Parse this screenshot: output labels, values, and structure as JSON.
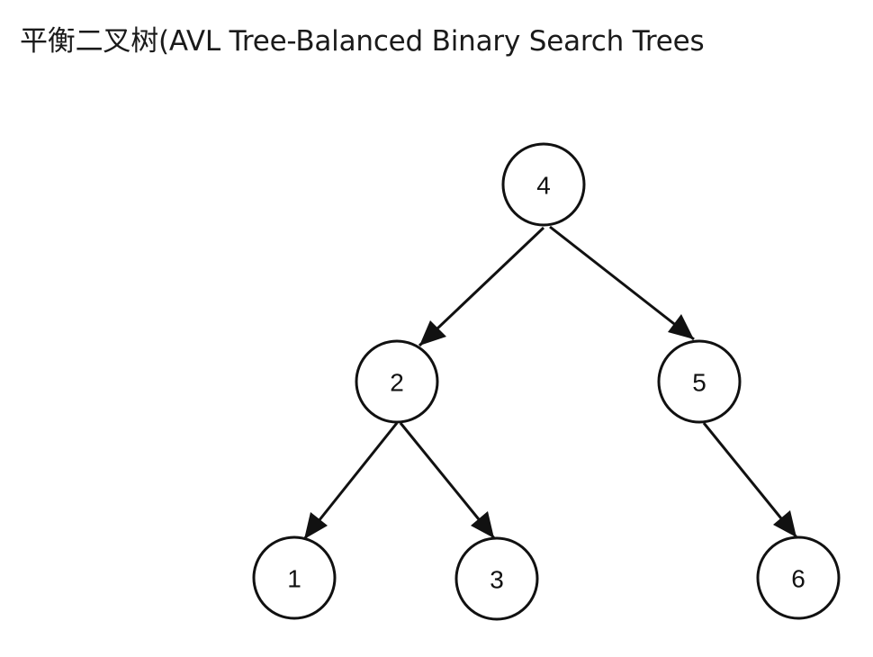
{
  "title": "平衡二叉树(AVL Tree-Balanced Binary Search Trees",
  "tree": {
    "nodes": [
      {
        "id": "n4",
        "label": "4"
      },
      {
        "id": "n2",
        "label": "2"
      },
      {
        "id": "n5",
        "label": "5"
      },
      {
        "id": "n1",
        "label": "1"
      },
      {
        "id": "n3",
        "label": "3"
      },
      {
        "id": "n6",
        "label": "6"
      }
    ],
    "edges": [
      {
        "from": "4",
        "to": "2"
      },
      {
        "from": "4",
        "to": "5"
      },
      {
        "from": "2",
        "to": "1"
      },
      {
        "from": "2",
        "to": "3"
      },
      {
        "from": "5",
        "to": "6"
      }
    ]
  }
}
